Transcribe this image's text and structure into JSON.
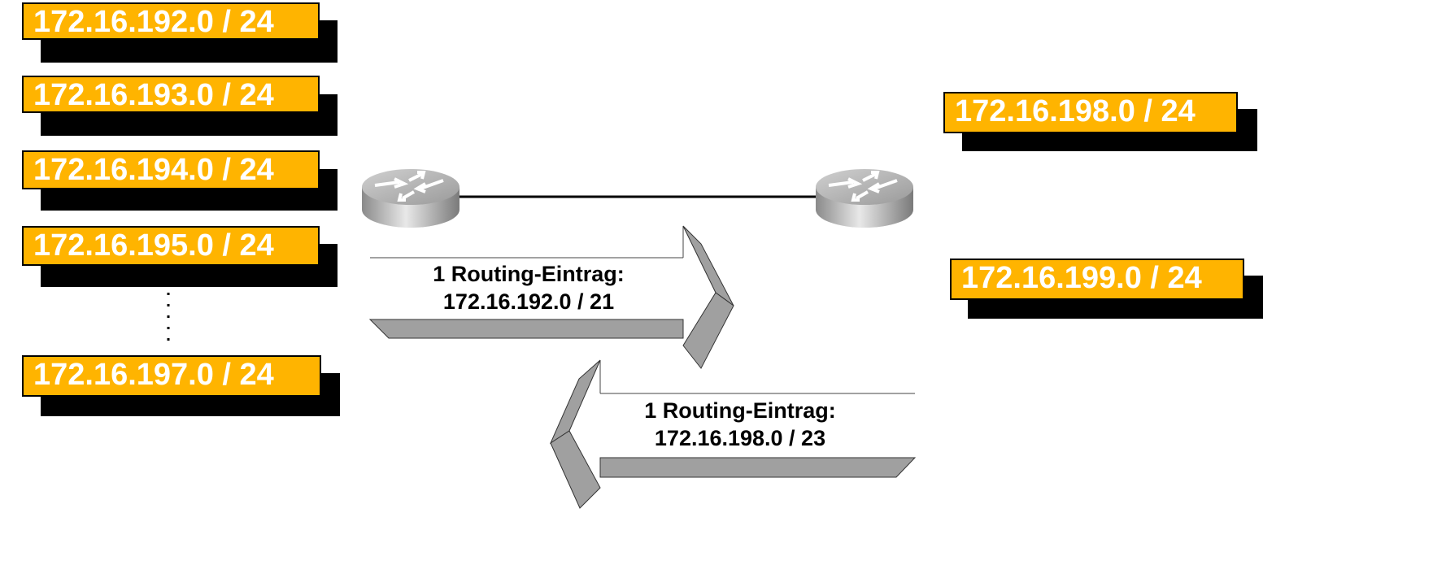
{
  "left_networks": [
    "172.16.192.0 / 24",
    "172.16.193.0 / 24",
    "172.16.194.0 / 24",
    "172.16.195.0 / 24",
    "172.16.197.0 / 24"
  ],
  "right_networks": [
    "172.16.198.0 / 24",
    "172.16.199.0 / 24"
  ],
  "upper_arrow": {
    "line1": "1 Routing-Eintrag:",
    "line2": "172.16.192.0 / 21"
  },
  "lower_arrow": {
    "line1": "1 Routing-Eintrag:",
    "line2": "172.16.198.0 / 23"
  },
  "colors": {
    "network_label": "#FFB400",
    "arrow": "#A0A0A0"
  }
}
